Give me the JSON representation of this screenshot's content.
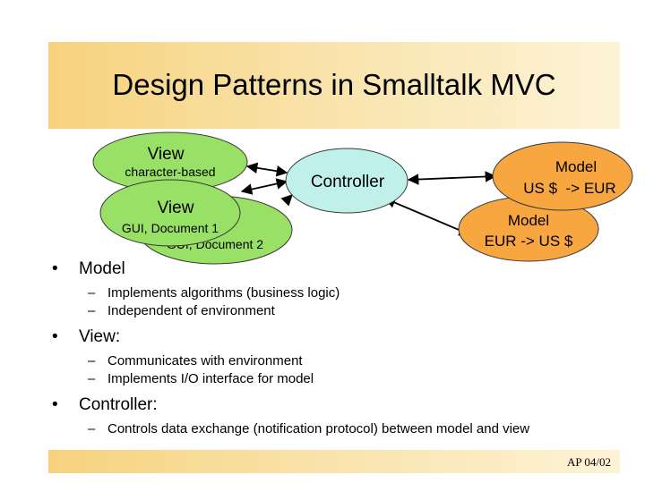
{
  "title": "Design Patterns in Smalltalk MVC",
  "footer": "AP 04/02",
  "diagram": {
    "view1_title": "View",
    "view1_sub": "character-based",
    "view2_title": "View",
    "view2_sub": "GUI, Document 1",
    "view3_sub": "GUI, Document 2",
    "controller": "Controller",
    "model1_title": "Model",
    "model1_sub": "US $  -> EUR",
    "model2_title": "Model",
    "model2_sub": "EUR -> US $",
    "colors": {
      "view": "#99e066",
      "controller": "#bff0ea",
      "model": "#f7a640"
    }
  },
  "bullets": [
    {
      "label": "Model",
      "items": [
        "Implements algorithms (business logic)",
        "Independent of environment"
      ]
    },
    {
      "label": "View:",
      "items": [
        "Communicates with environment",
        "Implements I/O interface for model"
      ]
    },
    {
      "label": "Controller:",
      "items": [
        "Controls data exchange (notification protocol) between model and view"
      ]
    }
  ]
}
